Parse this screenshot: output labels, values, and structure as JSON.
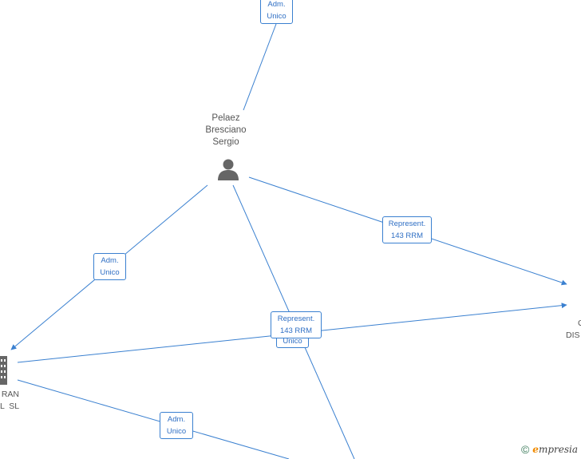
{
  "nodes": {
    "person": {
      "name_lines": [
        "Pelaez",
        "Bresciano",
        "Sergio"
      ],
      "icon": "person-icon"
    },
    "company_left": {
      "name_lines": [
        "RAN",
        "L  SL"
      ],
      "icon": "building-icon"
    },
    "company_right": {
      "name_lines": [
        "G",
        "DIS"
      ]
    }
  },
  "edges": {
    "top": {
      "lines": [
        "Adm.",
        "Unico"
      ]
    },
    "left": {
      "lines": [
        "Adm.",
        "Unico"
      ]
    },
    "right": {
      "lines": [
        "Represent.",
        "143 RRM"
      ]
    },
    "center_hidden": {
      "lines": [
        "Unico"
      ]
    },
    "center": {
      "lines": [
        "Represent.",
        "143 RRM"
      ]
    },
    "bottom": {
      "lines": [
        "Adm.",
        "Unico"
      ]
    }
  },
  "footer": {
    "copyright": "©",
    "brand_initial": "e",
    "brand_rest": "mpresia"
  },
  "colors": {
    "edge": "#3a80d0",
    "label_text": "#2f6fc4",
    "node_text": "#555555",
    "icon": "#666666"
  }
}
